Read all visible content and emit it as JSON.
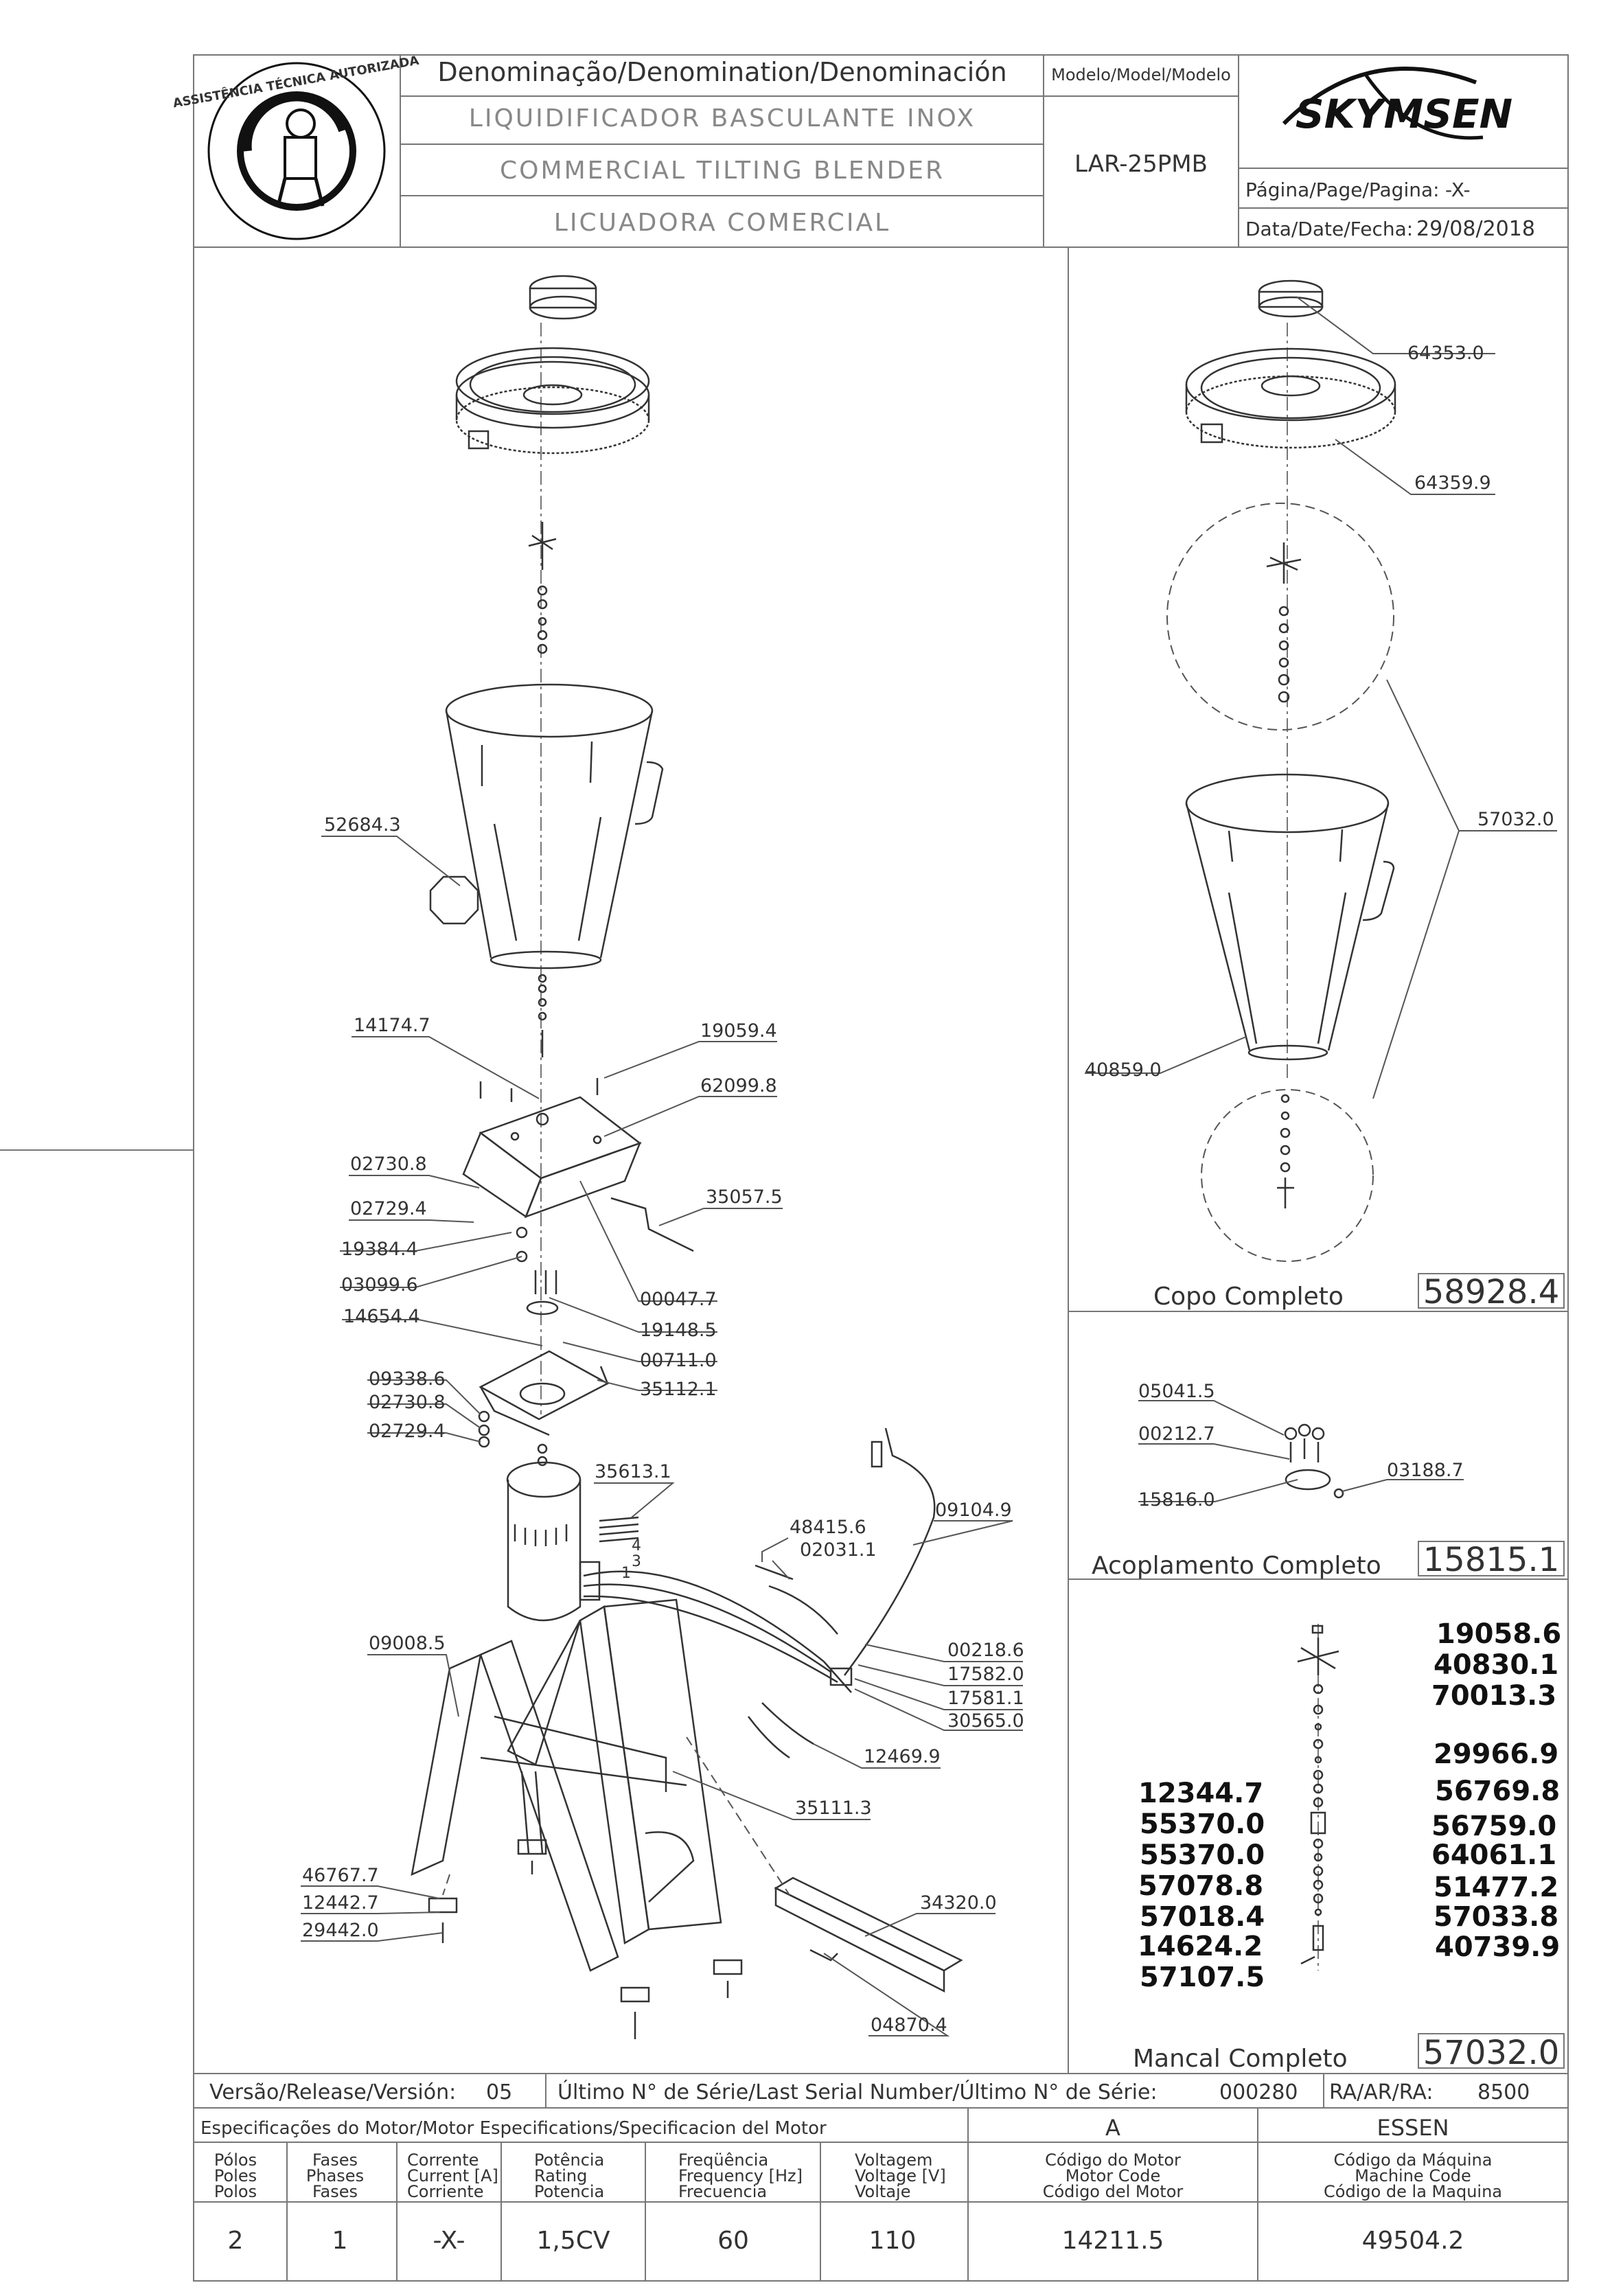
{
  "header": {
    "denomination_label": "Denominação/Denomination/Denominación",
    "name_pt": "LIQUIDIFICADOR BASCULANTE INOX",
    "name_en": "COMMERCIAL TILTING BLENDER",
    "name_es": "LICUADORA COMERCIAL",
    "model_label": "Modelo/Model/Modelo",
    "model_value": "LAR-25PMB",
    "brand": "SKYMSEN",
    "page_label": "Página/Page/Pagina:",
    "page_value": "-X-",
    "date_label": "Data/Date/Fecha:",
    "date_value": "29/08/2018",
    "seal_text": "ASSISTÊNCIA TÉCNICA AUTORIZADA"
  },
  "main_labels": {
    "l52684": "52684.3",
    "l14174": "14174.7",
    "l19059": "19059.4",
    "l62099": "62099.8",
    "l02730a": "02730.8",
    "l02729a": "02729.4",
    "l35057": "35057.5",
    "l19384": "19384.4",
    "l03099": "03099.6",
    "l00047": "00047.7",
    "l19148": "19148.5",
    "l14654": "14654.4",
    "l00711": "00711.0",
    "l09338": "09338.6",
    "l02730b": "02730.8",
    "l35112": "35112.1",
    "l02729b": "02729.4",
    "l35613": "35613.1",
    "l48415": "48415.6",
    "l02031": "02031.1",
    "l09104": "09104.9",
    "l00218": "00218.6",
    "l17582": "17582.0",
    "l17581": "17581.1",
    "l30565": "30565.0",
    "l09008": "09008.5",
    "l12469": "12469.9",
    "l35111": "35111.3",
    "l34320": "34320.0",
    "l46767": "46767.7",
    "l12442": "12442.7",
    "l29442": "29442.0",
    "l04870": "04870.4",
    "wire1": "1",
    "wire3": "3",
    "wire4": "4"
  },
  "copo": {
    "l64353": "64353.0",
    "l64359": "64359.9",
    "l57032": "57032.0",
    "l40859": "40859.0",
    "title": "Copo Completo",
    "code": "58928.4"
  },
  "acoplamento": {
    "l05041": "05041.5",
    "l00212": "00212.7",
    "l03188": "03188.7",
    "l15816": "15816.0",
    "title": "Acoplamento Completo",
    "code": "15815.1"
  },
  "mancal": {
    "right": [
      "19058.6",
      "40830.1",
      "70013.3",
      "29966.9",
      "56769.8",
      "56759.0",
      "64061.1",
      "51477.2",
      "57033.8",
      "40739.9"
    ],
    "left": [
      "12344.7",
      "55370.0",
      "55370.0",
      "57078.8",
      "57018.4",
      "14624.2",
      "57107.5"
    ],
    "title": "Mancal Completo",
    "code": "57032.0"
  },
  "footer": {
    "version_label": "Versão/Release/Versión:",
    "version_value": "05",
    "serial_label": "Último N° de Série/Last Serial Number/Último N° de Série:",
    "serial_value": "000280",
    "ra_label": "RA/AR/RA:",
    "ra_value": "8500",
    "motor_spec_label": "Especificações do Motor/Motor Especifications/Specificacion del Motor",
    "motor_a": "A",
    "motor_brand": "ESSEN",
    "cols": [
      {
        "h1": "Pólos",
        "h2": "Poles",
        "h3": "Polos",
        "value": "2"
      },
      {
        "h1": "Fases",
        "h2": "Phases",
        "h3": "Fases",
        "value": "1"
      },
      {
        "h1": "Corrente",
        "h2": "Current [A]",
        "h3": "Corriente",
        "value": "-X-"
      },
      {
        "h1": "Potência",
        "h2": "Rating",
        "h3": "Potencia",
        "value": "1,5CV"
      },
      {
        "h1": "Freqüência",
        "h2": "Frequency [Hz]",
        "h3": "Frecuencia",
        "value": "60"
      },
      {
        "h1": "Voltagem",
        "h2": "Voltage [V]",
        "h3": "Voltaje",
        "value": "110"
      },
      {
        "h1": "Código do Motor",
        "h2": "Motor Code",
        "h3": "Código del Motor",
        "value": "14211.5"
      },
      {
        "h1": "Código da Máquina",
        "h2": "Machine Code",
        "h3": "Código de la Maquina",
        "value": "49504.2"
      }
    ]
  }
}
